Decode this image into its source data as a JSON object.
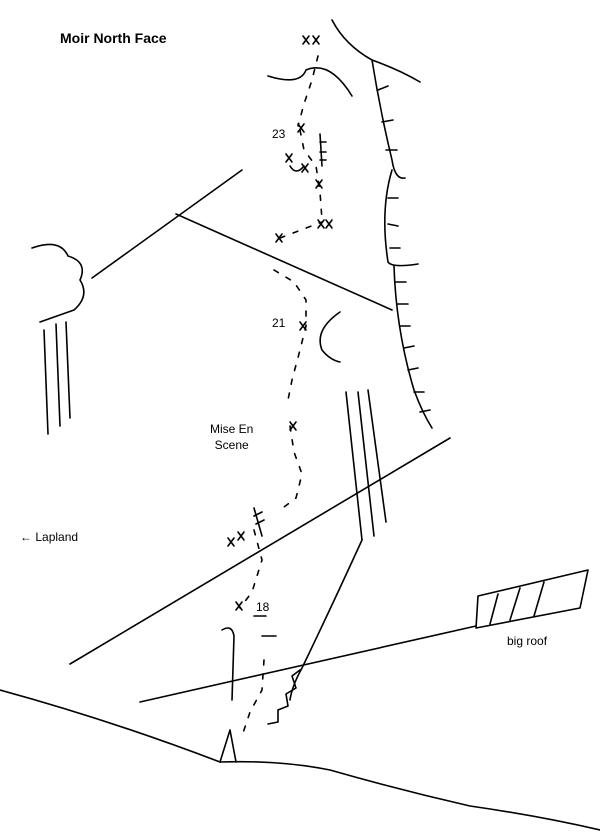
{
  "title": "Moir North Face",
  "grades": {
    "top": "23",
    "middle": "21",
    "bottom": "18"
  },
  "route": {
    "line1": "Mise En",
    "line2": "Scene"
  },
  "direction": {
    "arrow": "←",
    "label": "Lapland"
  },
  "feature": {
    "label": "big roof"
  }
}
